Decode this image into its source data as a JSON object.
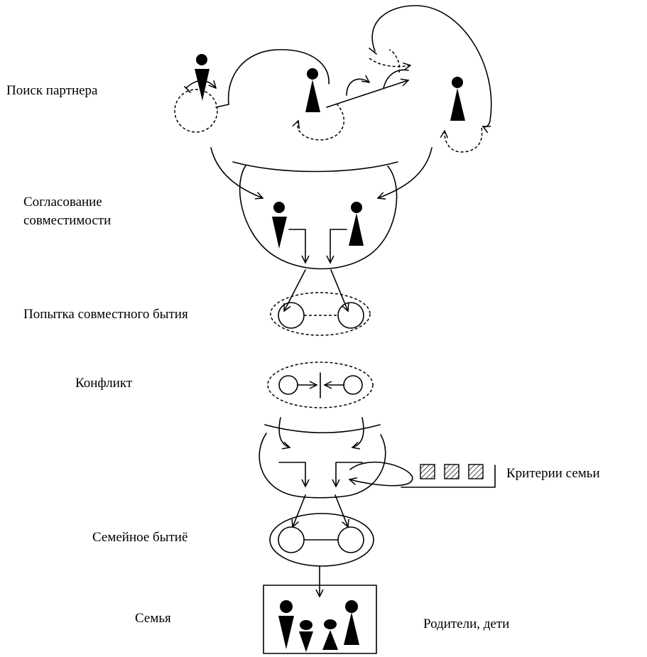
{
  "labels": {
    "partner_search": "Поиск партнера",
    "compatibility_1": "Согласование",
    "compatibility_2": "совместимости",
    "cohabitation_attempt": "Попытка совместного бытия",
    "conflict": "Конфликт",
    "family_criteria": "Критерии семьи",
    "family_life": "Семейное бытиё",
    "family": "Семья",
    "parents_children": "Родители, дети"
  }
}
